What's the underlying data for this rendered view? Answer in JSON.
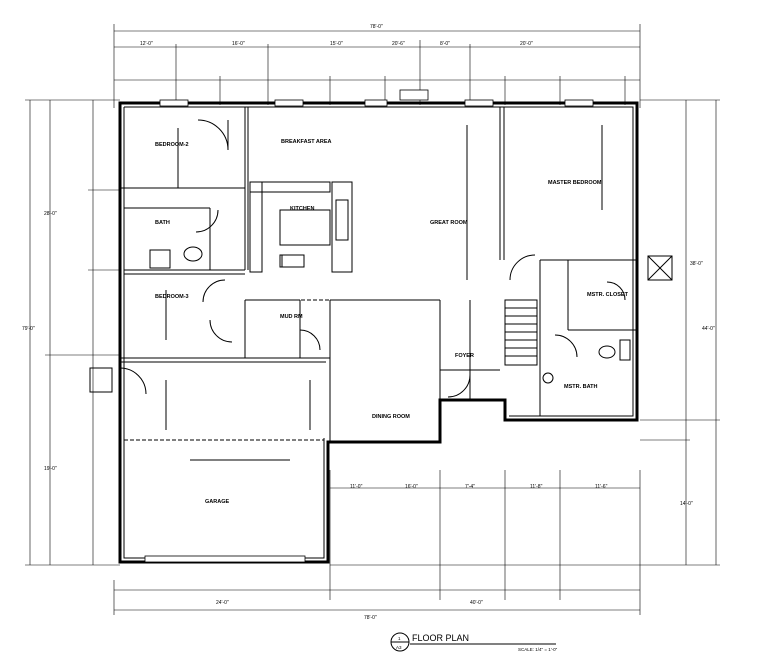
{
  "drawing": {
    "title": "FLOOR PLAN",
    "scale": "SCALE: 1/4\" = 1'-0\"",
    "sheet_ref_top": "1",
    "sheet_ref_bottom": "A3"
  },
  "rooms": {
    "bedroom2": "BEDROOM-2",
    "breakfast": "BREAKFAST AREA",
    "kitchen": "KITCHEN",
    "bath": "BATH",
    "bedroom3": "BEDROOM-3",
    "mud": "MUD RM",
    "great_room": "GREAT ROOM",
    "master_bedroom": "MASTER BEDROOM",
    "master_closet": "MSTR. CLOSET",
    "master_bath": "MSTR. BATH",
    "foyer": "FOYER",
    "dining": "DINING ROOM",
    "garage": "GARAGE"
  }
}
